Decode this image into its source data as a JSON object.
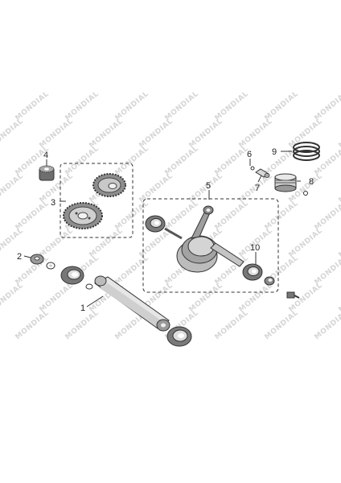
{
  "watermark": {
    "text": "MONDIAL",
    "color": "#d8d8d8"
  },
  "callouts": [
    {
      "id": "1",
      "part": "crankshaft-shaft"
    },
    {
      "id": "2",
      "part": "nut-washer"
    },
    {
      "id": "3",
      "part": "gear-group"
    },
    {
      "id": "4",
      "part": "small-gear"
    },
    {
      "id": "5",
      "part": "crank-assembly-group"
    },
    {
      "id": "6",
      "part": "piston-pin-clip"
    },
    {
      "id": "7",
      "part": "piston-pin"
    },
    {
      "id": "8",
      "part": "piston"
    },
    {
      "id": "9",
      "part": "piston-rings"
    },
    {
      "id": "10",
      "part": "oil-seal"
    }
  ],
  "colors": {
    "line": "#333333",
    "dark": "#555555",
    "mid": "#9a9a9a",
    "light": "#d9d9d9",
    "text": "#222222"
  }
}
